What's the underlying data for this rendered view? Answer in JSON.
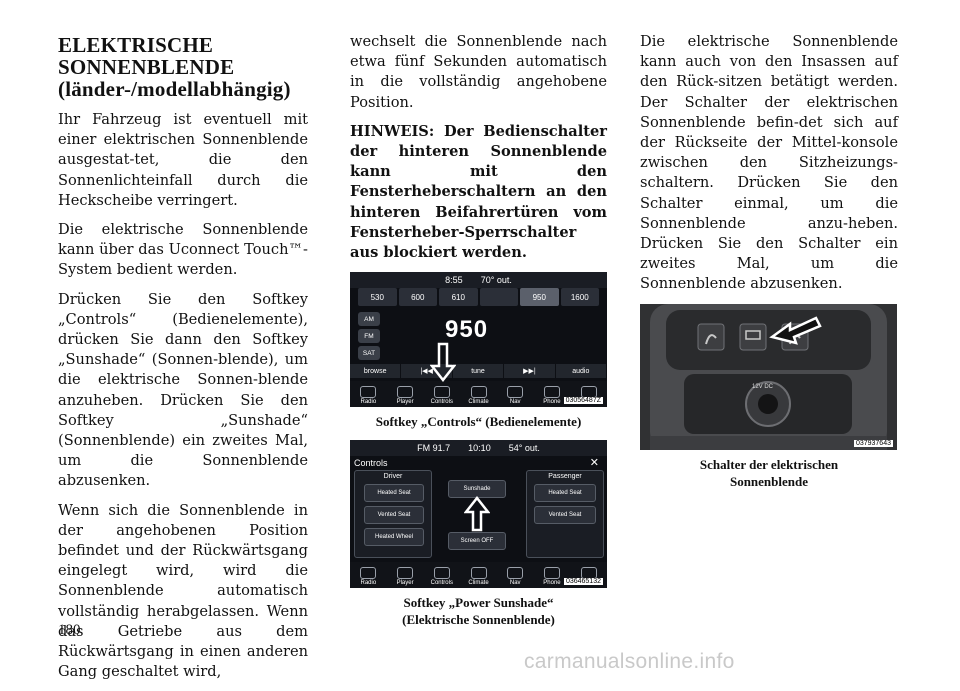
{
  "section_title": [
    "ELEKTRISCHE",
    "SONNENBLENDE",
    "(länder-/modellabhängig)"
  ],
  "col1_paragraphs": [
    "Ihr Fahrzeug ist eventuell mit einer elektrischen Sonnenblende ausgestat-tet, die den Sonnenlichteinfall durch die Heckscheibe verringert.",
    "Die elektrische Sonnenblende kann über das Uconnect Touch™-System bedient werden.",
    "Drücken Sie den Softkey „Controls“ (Bedienelemente), drücken Sie dann den Softkey „Sunshade“ (Sonnen-blende), um die elektrische Sonnen-blende anzuheben. Drücken Sie den Softkey „Sunshade“ (Sonnenblende) ein zweites Mal, um die Sonnenblende abzusenken.",
    "Wenn sich die Sonnenblende in der angehobenen Position befindet und der Rückwärtsgang eingelegt wird, wird die Sonnenblende automatisch vollständig herabgelassen. Wenn das Getriebe aus dem Rückwärtsgang in einen anderen Gang geschaltet wird,"
  ],
  "col2_paragraph": "wechselt die Sonnenblende nach etwa fünf Sekunden automatisch in die vollständig angehobene Position.",
  "col2_note": "HINWEIS: Der Bedienschalter der hinteren Sonnenblende kann mit den Fensterheberschaltern an den hinteren Beifahrertüren vom Fensterheber-Sperrschalter aus blockiert werden.",
  "col3_paragraph": "Die elektrische Sonnenblende kann auch von den Insassen auf den Rück-sitzen betätigt werden. Der Schalter der elektrischen Sonnenblende befin-det sich auf der Rückseite der Mittel-konsole zwischen den Sitzheizungs-schaltern. Drücken Sie den Schalter einmal, um die Sonnenblende anzu-heben. Drücken Sie den Schalter ein zweites Mal, um die Sonnenblende abzusenken.",
  "figure1": {
    "caption": "Softkey „Controls“ (Bedienelemente)",
    "id": "03056487Z",
    "time": "8:55",
    "temp": "70° out.",
    "presets": [
      "530",
      "600",
      "610",
      "",
      "950",
      "1600"
    ],
    "frequency": "950",
    "side_buttons": [
      "AM",
      "FM",
      "SAT"
    ],
    "controls": [
      "browse",
      "|◀◀",
      "tune",
      "▶▶|",
      "audio"
    ],
    "nav": [
      "Radio",
      "Player",
      "Controls",
      "Climate",
      "Nav",
      "Phone",
      "More"
    ]
  },
  "figure2": {
    "caption_lines": [
      "Softkey „Power Sunshade“",
      "(Elektrische Sonnenblende)"
    ],
    "id": "036465132",
    "station": "FM 91.7",
    "time": "10:10",
    "temp": "54° out.",
    "panel_title": "Controls",
    "driver_label": "Driver",
    "passenger_label": "Passenger",
    "buttons": [
      "Heated Seat",
      "Vented Seat",
      "Heated Wheel",
      "Sunshade",
      "Screen OFF",
      "Heated Seat",
      "Vented Seat"
    ],
    "nav": [
      "Radio",
      "Player",
      "Controls",
      "Climate",
      "Nav",
      "Phone",
      "More"
    ]
  },
  "figure3": {
    "caption_lines": [
      "Schalter der elektrischen",
      "Sonnenblende"
    ],
    "id": "037937643",
    "outlet_label": "12V DC"
  },
  "page_number": "180",
  "watermark": "carmanualsonline.info",
  "colors": {
    "arrow": "#ffffff",
    "screen_bg": "#0d0f14"
  }
}
